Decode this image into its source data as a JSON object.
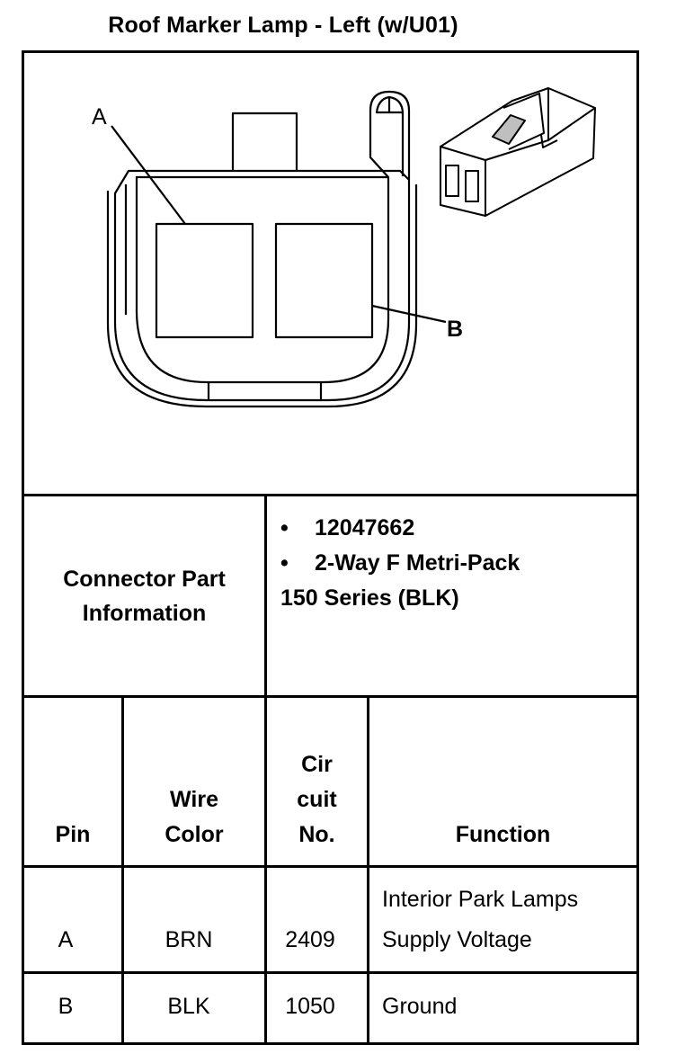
{
  "title": "Roof Marker Lamp - Left (w/U01)",
  "diagram": {
    "label_a": "A",
    "label_b": "B"
  },
  "connector": {
    "label_line1": "Connector Part",
    "label_line2": "Information",
    "bullets": [
      "12047662",
      "2-Way F Metri-Pack"
    ],
    "continuation": "150 Series (BLK)"
  },
  "table": {
    "headers": {
      "pin": "Pin",
      "wire_line1": "Wire",
      "wire_line2": "Color",
      "circuit_line1": "Cir",
      "circuit_line2": "cuit",
      "circuit_line3": "No.",
      "function": "Function"
    },
    "rows": [
      {
        "pin": "A",
        "color": "BRN",
        "circuit": "2409",
        "function_line1": "Interior Park Lamps",
        "function_line2": "Supply Voltage"
      },
      {
        "pin": "B",
        "color": "BLK",
        "circuit": "1050",
        "function_line1": "Ground",
        "function_line2": ""
      }
    ]
  }
}
